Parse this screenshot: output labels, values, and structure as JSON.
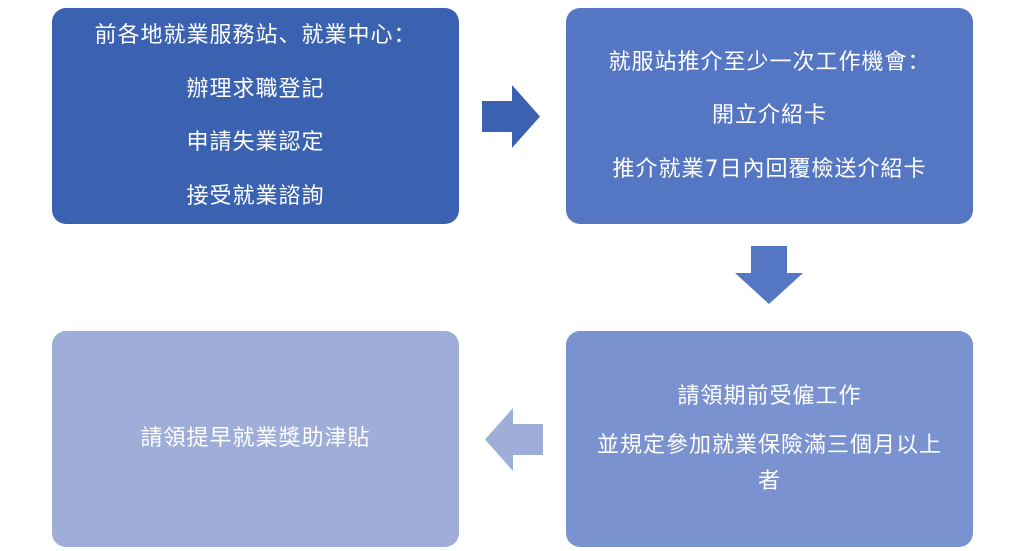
{
  "flow": {
    "step1": {
      "title": "前各地就業服務站、就業中心：",
      "items": [
        "辦理求職登記",
        "申請失業認定",
        "接受就業諮詢"
      ],
      "color": "#3a62b0"
    },
    "step2": {
      "title": "就服站推介至少一次工作機會：",
      "items": [
        "開立介紹卡",
        "推介就業7日內回覆檢送介紹卡"
      ],
      "color": "#5576c3"
    },
    "step3": {
      "title": "請領期前受僱工作",
      "items": [
        "並規定參加就業保險滿三個月以上",
        "者"
      ],
      "color": "#7a92cf"
    },
    "step4": {
      "title": "請領提早就業獎助津貼",
      "color": "#9eaed8"
    },
    "arrows": {
      "right_color": "#3a62b0",
      "down_color": "#5576c3",
      "left_color": "#9eaed8"
    }
  }
}
